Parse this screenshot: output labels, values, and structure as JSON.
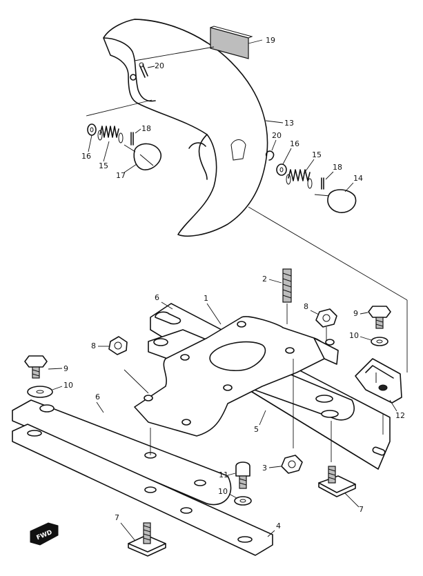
{
  "labels": {
    "l1": "1",
    "l2": "2",
    "l3": "3",
    "l4": "4",
    "l5": "5",
    "l6a": "6",
    "l6b": "6",
    "l7a": "7",
    "l7b": "7",
    "l8a": "8",
    "l8b": "8",
    "l9a": "9",
    "l9b": "9",
    "l10a": "10",
    "l10b": "10",
    "l10c": "10",
    "l11": "11",
    "l12": "12",
    "l13": "13",
    "l14": "14",
    "l15a": "15",
    "l15b": "15",
    "l16a": "16",
    "l16b": "16",
    "l17": "17",
    "l18a": "18",
    "l18b": "18",
    "l19": "19",
    "l20a": "20",
    "l20b": "20"
  },
  "fwd_badge": "FWD"
}
